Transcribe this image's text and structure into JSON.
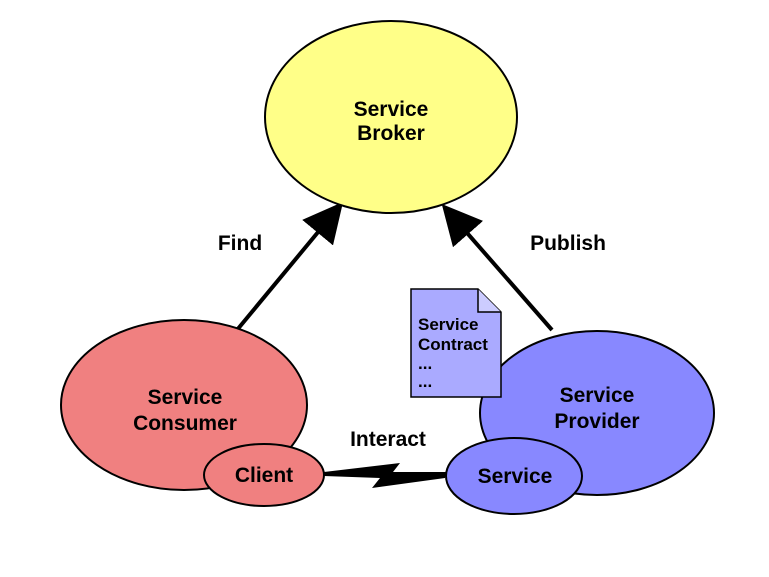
{
  "nodes": {
    "broker": {
      "line1": "Service",
      "line2": "Broker"
    },
    "consumer": {
      "line1": "Service",
      "line2": "Consumer"
    },
    "provider": {
      "line1": "Service",
      "line2": "Provider"
    },
    "client": {
      "label": "Client"
    },
    "service": {
      "label": "Service"
    }
  },
  "edges": {
    "find": {
      "label": "Find"
    },
    "publish": {
      "label": "Publish"
    },
    "interact": {
      "label": "Interact"
    }
  },
  "contract": {
    "line1": "Service",
    "line2": "Contract",
    "line3": "...",
    "line4": "..."
  },
  "colors": {
    "broker": "#ffff88",
    "consumer": "#f08080",
    "provider": "#8888ff",
    "contract": "#aaaaff"
  }
}
